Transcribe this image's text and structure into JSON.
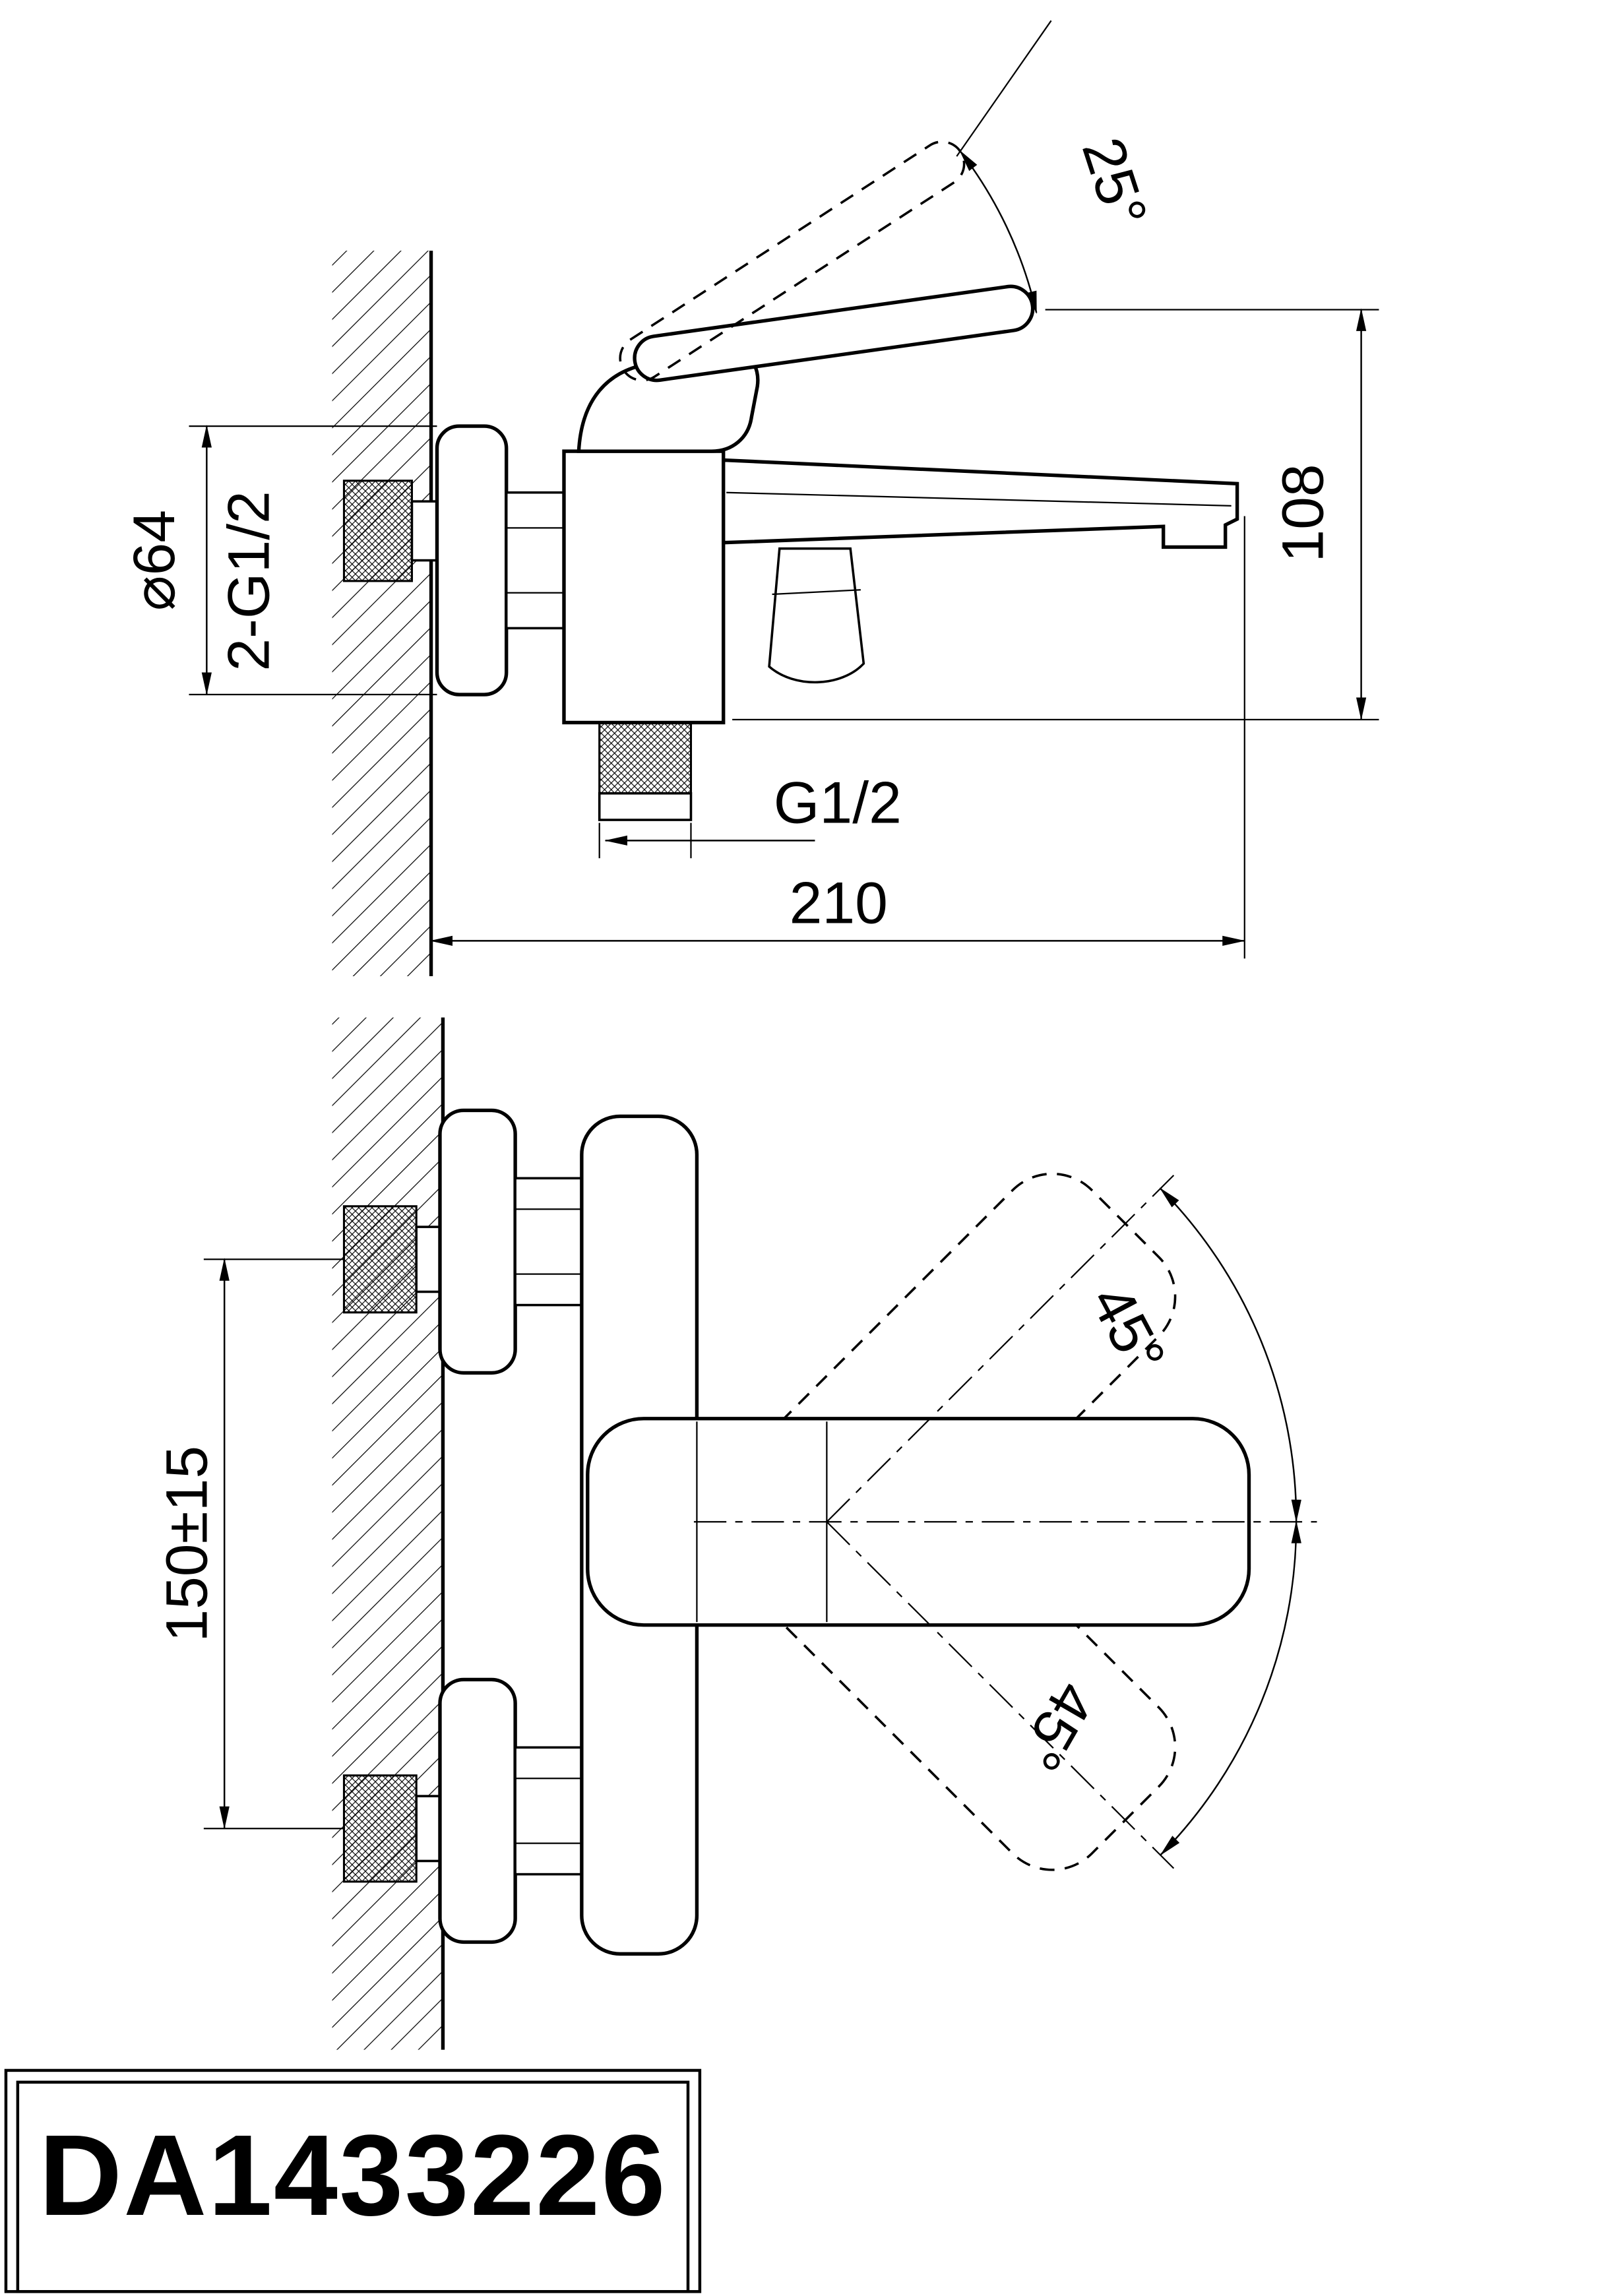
{
  "drawing": {
    "model": "DA1433226",
    "side_view": {
      "handle_angle": "25°",
      "flange_diameter": "⌀64",
      "wall_connections": "2-G1/2",
      "height": "108",
      "outlet_thread": "G1/2",
      "depth": "210"
    },
    "front_view": {
      "inlet_spacing": "150±15",
      "swing_upper": "45°",
      "swing_lower": "45°"
    },
    "colors": {
      "line": "#000000",
      "background": "#ffffff"
    }
  }
}
